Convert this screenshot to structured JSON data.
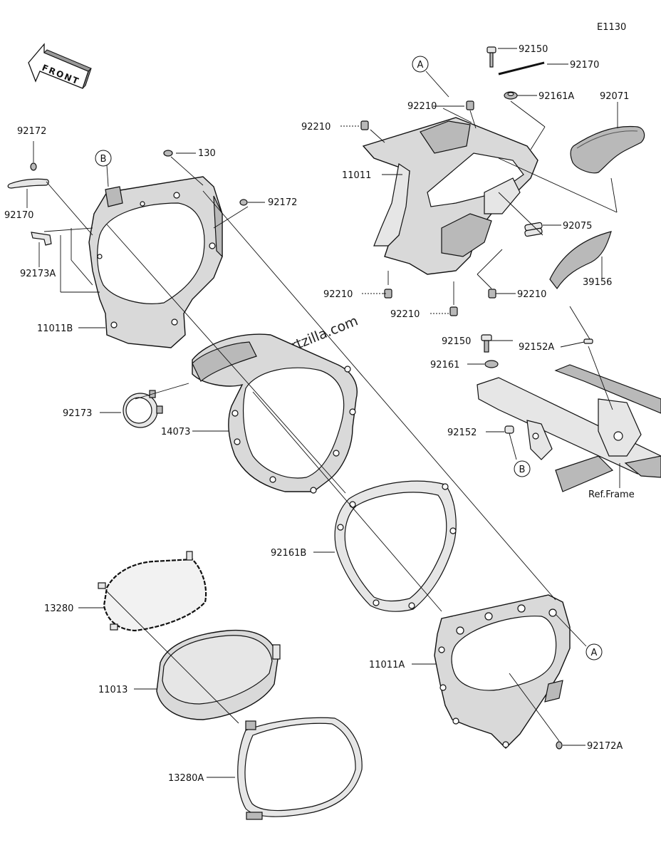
{
  "diagram_code": "E1130",
  "front_label": "FRONT",
  "watermark": "© Partzilla.com",
  "ref_frame_label": "Ref.Frame",
  "callouts": {
    "a": "A",
    "b": "B"
  },
  "parts": {
    "p92150_top": "92150",
    "p92170_top": "92170",
    "p92161a": "92161A",
    "p92071": "92071",
    "p92210_a": "92210",
    "p92210_b": "92210",
    "p11011": "11011",
    "p92075": "92075",
    "p39156": "39156",
    "p92210_c": "92210",
    "p92210_d": "92210",
    "p92210_e": "92210",
    "p92150_mid": "92150",
    "p92152a": "92152A",
    "p92161": "92161",
    "p92152": "92152",
    "p92172_left": "92172",
    "p130": "130",
    "p92172_mid": "92172",
    "p92170_left": "92170",
    "p92173a": "92173A",
    "p11011b": "11011B",
    "p92173": "92173",
    "p14073": "14073",
    "p92161b": "92161B",
    "p13280": "13280",
    "p11013": "11013",
    "p13280a": "13280A",
    "p11011a": "11011A",
    "p92172a": "92172A"
  }
}
